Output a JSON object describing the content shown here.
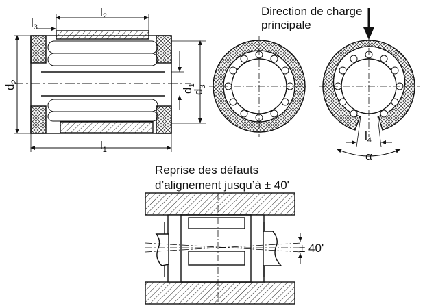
{
  "labels": {
    "load_direction_line1": "Direction de charge",
    "load_direction_line2": "principale",
    "misalignment_line1": "Reprise des défauts",
    "misalignment_line2": "d’alignement jusqu’à ± 40'",
    "angle_value": "± 40'"
  },
  "dimensions": {
    "l1": {
      "letter": "l",
      "index": "1"
    },
    "l2": {
      "letter": "l",
      "index": "2"
    },
    "l3": {
      "letter": "l",
      "index": "3"
    },
    "l4": {
      "letter": "l",
      "index": "4"
    },
    "d1": {
      "letter": "d",
      "index": "1"
    },
    "d2": {
      "letter": "d",
      "index": "2"
    },
    "d3": {
      "letter": "d",
      "index": "3"
    },
    "alpha": "α"
  }
}
